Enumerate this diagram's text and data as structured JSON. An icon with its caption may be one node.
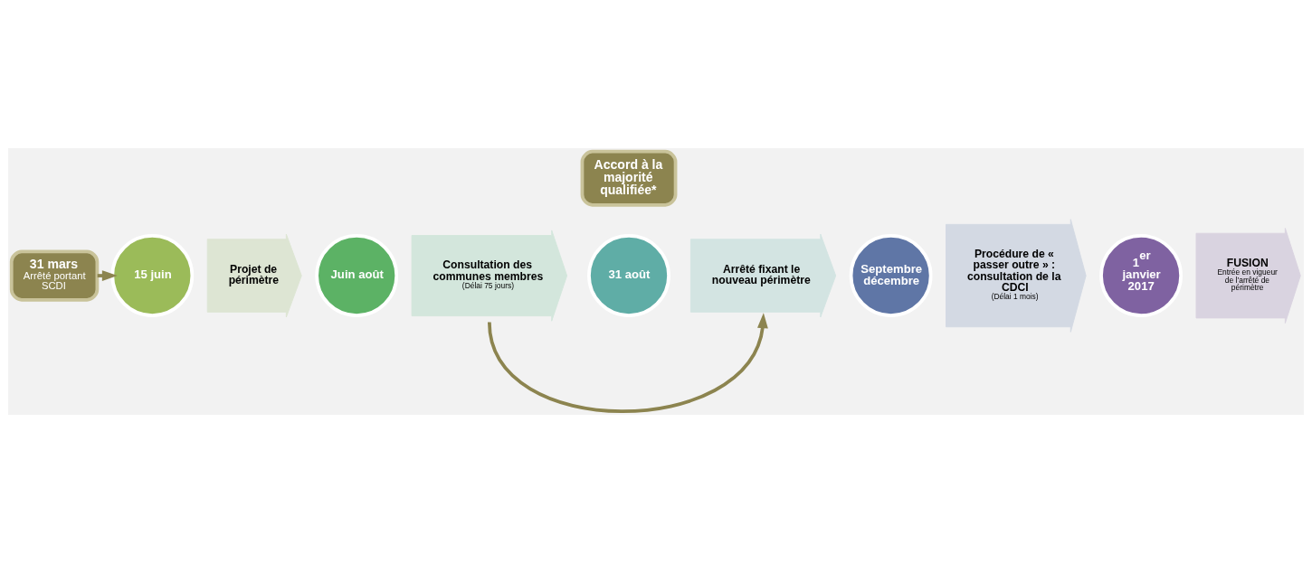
{
  "diagram": {
    "nodes": [
      {
        "text": [
          "31 mars",
          "Arrêté portant SCDI"
        ]
      },
      {
        "text": [
          "15 juin"
        ]
      },
      {
        "text": [
          "Projet de périmètre"
        ]
      },
      {
        "text": [
          "Juin août"
        ]
      },
      {
        "text": [
          "Consultation des communes membres",
          "(Délai 75 jours)"
        ]
      },
      {
        "text": [
          "Accord à la majorité qualifiée*"
        ]
      },
      {
        "text": [
          "31 août"
        ]
      },
      {
        "text": [
          "Arrêté fixant le nouveau périmètre"
        ]
      },
      {
        "text": [
          "Septembre décembre"
        ]
      },
      {
        "text": [
          "Procédure de « passer outre » : consultation de la CDCI",
          "(Délai 1 mois)"
        ]
      },
      {
        "text": [
          "1$^{er}$ janvier 2017"
        ]
      },
      {
        "text": [
          "FUSION",
          "Entrée en vigueur de l’arrêté de périmètre"
        ]
      }
    ],
    "edges": [
      {
        "from": 0,
        "to": 1,
        "arrow": "to"
      },
      {
        "from": 4,
        "to": 7,
        "arrow": "to"
      }
    ]
  }
}
